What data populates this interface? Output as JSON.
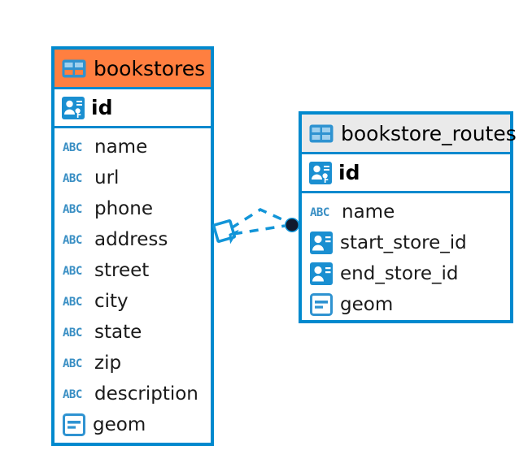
{
  "diagram": {
    "type": "entity-relationship-diagram",
    "background_color": "#ffffff",
    "accent_color": "#0089ce",
    "highlight_color": "#ff7f40",
    "neutral_header_color": "#eaeaea"
  },
  "entities": [
    {
      "name": "bookstores",
      "header_style": "accent",
      "primary_key": {
        "label": "id",
        "icon": "primary-key-icon"
      },
      "fields": [
        {
          "label": "name",
          "icon": "abc-text-icon"
        },
        {
          "label": "url",
          "icon": "abc-text-icon"
        },
        {
          "label": "phone",
          "icon": "abc-text-icon"
        },
        {
          "label": "address",
          "icon": "abc-text-icon"
        },
        {
          "label": "street",
          "icon": "abc-text-icon"
        },
        {
          "label": "city",
          "icon": "abc-text-icon"
        },
        {
          "label": "state",
          "icon": "abc-text-icon"
        },
        {
          "label": "zip",
          "icon": "abc-text-icon"
        },
        {
          "label": "description",
          "icon": "abc-text-icon"
        },
        {
          "label": "geom",
          "icon": "geometry-icon"
        }
      ]
    },
    {
      "name": "bookstore_routes",
      "header_style": "neutral",
      "primary_key": {
        "label": "id",
        "icon": "primary-key-icon"
      },
      "fields": [
        {
          "label": "name",
          "icon": "abc-text-icon"
        },
        {
          "label": "start_store_id",
          "icon": "foreign-key-icon"
        },
        {
          "label": "end_store_id",
          "icon": "foreign-key-icon"
        },
        {
          "label": "geom",
          "icon": "geometry-icon"
        }
      ]
    }
  ],
  "relationship": {
    "source_entity": "bookstores",
    "target_entity": "bookstore_routes",
    "source_marker": "diamond-marker",
    "target_marker": "filled-circle-marker",
    "line_style": "dashed",
    "line_color": "#1295d8"
  }
}
